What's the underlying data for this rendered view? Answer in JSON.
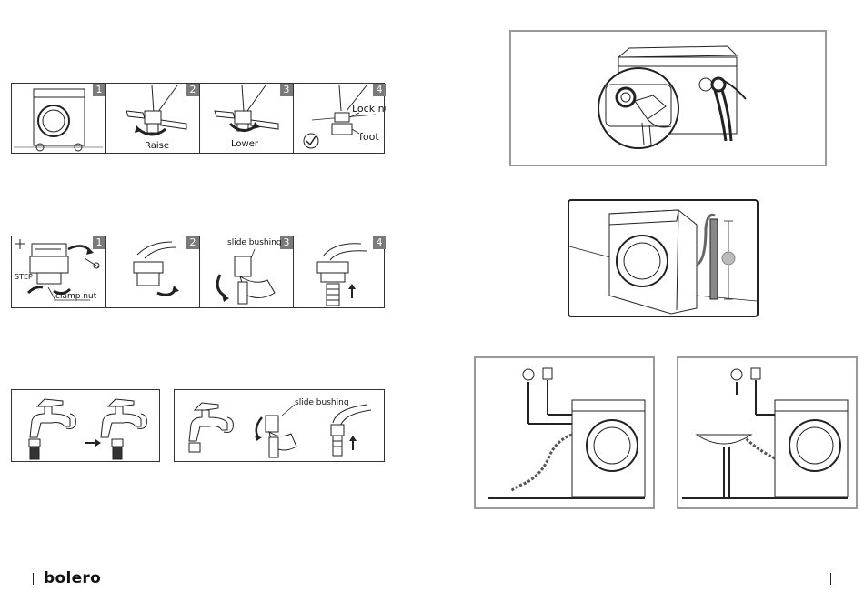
{
  "leveling": {
    "steps": [
      {
        "number": "1",
        "label": ""
      },
      {
        "number": "2",
        "label": "Raise"
      },
      {
        "number": "3",
        "label": "Lower"
      },
      {
        "number": "4",
        "label": ""
      }
    ],
    "lock_nut_label": "Lock nut",
    "foot_label": "foot"
  },
  "inlet_hose": {
    "steps": [
      {
        "number": "1"
      },
      {
        "number": "2"
      },
      {
        "number": "3"
      },
      {
        "number": "4"
      }
    ],
    "step_label": "STEP",
    "clamp_nut_label": "clamp nut",
    "slide_bushing_label": "slide bushing"
  },
  "tap_connection": {
    "slide_bushing_label": "slide bushing"
  },
  "footer": {
    "brand": "bolero"
  },
  "colors": {
    "line": "#222222",
    "number_badge": "#7a7a7a",
    "frame": "#999999"
  }
}
